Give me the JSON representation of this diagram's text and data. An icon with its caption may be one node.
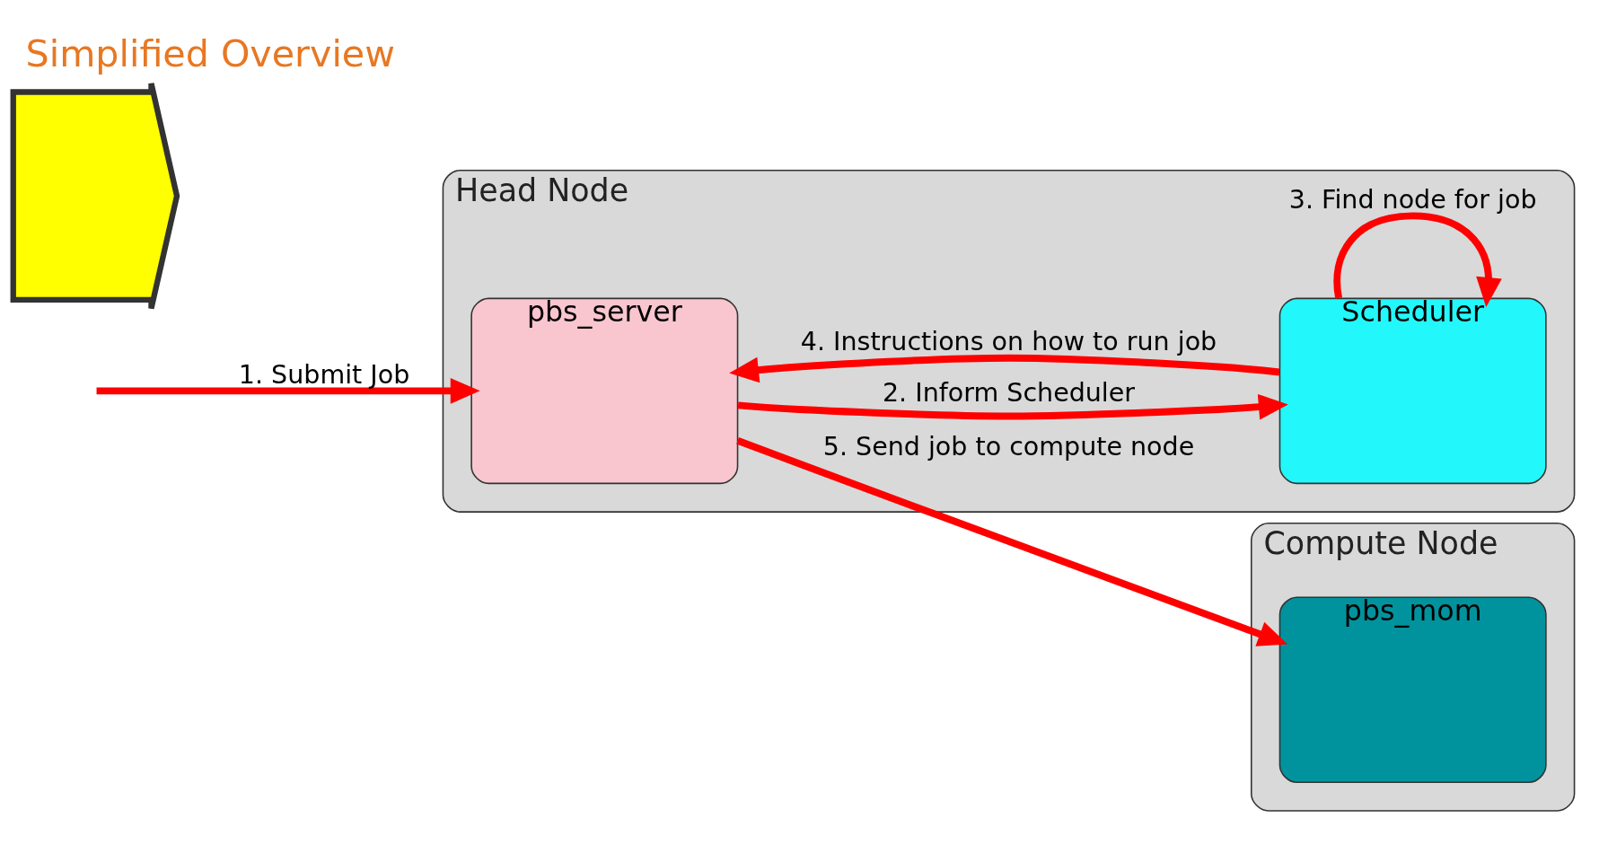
{
  "diagram": {
    "title": "Simplified Overview",
    "nodes": [
      {
        "text": [
          "Compute Node"
        ]
      },
      {
        "text": [
          "pbs_mom"
        ],
        "in": 0
      },
      {
        "text": [
          "Head Node"
        ]
      },
      {
        "text": [
          "pbs_server"
        ],
        "in": 2
      },
      {
        "text": [
          "Scheduler"
        ],
        "in": 2
      },
      {
        "text": [],
        "shape": "arrow"
      }
    ],
    "edges": [
      {
        "from": null,
        "to": 3,
        "arrow": "to",
        "label": "1. Submit Job"
      },
      {
        "from": 3,
        "to": 4,
        "arrow": "to",
        "label": "2. Inform Scheduler"
      },
      {
        "from": 4,
        "to": 4,
        "arrow": "to",
        "label": "3. Find node for job"
      },
      {
        "from": 4,
        "to": 3,
        "arrow": "to",
        "label": "4. Instructions on how to run job"
      },
      {
        "from": 3,
        "to": 1,
        "arrow": "to",
        "label": "5. Send job to compute node"
      }
    ]
  }
}
